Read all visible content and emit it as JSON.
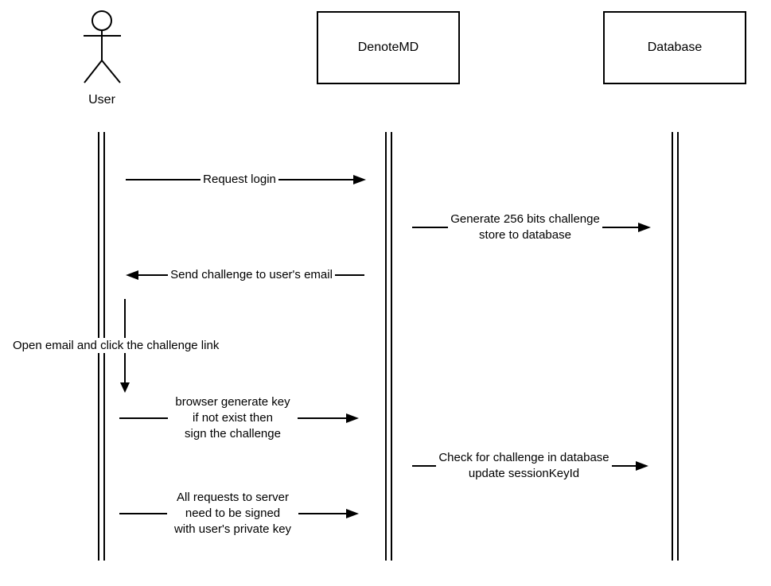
{
  "diagram": {
    "type": "uml-sequence-diagram",
    "background_color": "#ffffff",
    "stroke_color": "#000000"
  },
  "participants": [
    {
      "id": "user",
      "type": "actor",
      "label": "User"
    },
    {
      "id": "denotemd",
      "type": "object",
      "label": "DenoteMD"
    },
    {
      "id": "database",
      "type": "object",
      "label": "Database"
    }
  ],
  "messages": [
    {
      "from": "User",
      "to": "DenoteMD",
      "direction": "right",
      "text": "Request login"
    },
    {
      "from": "DenoteMD",
      "to": "Database",
      "direction": "right",
      "text": "Generate 256 bits challenge\nstore to database"
    },
    {
      "from": "DenoteMD",
      "to": "User",
      "direction": "left",
      "text": "Send challenge to user's email"
    },
    {
      "from": "User",
      "to": "User",
      "direction": "self-down",
      "text": "Open email and click the challenge link"
    },
    {
      "from": "User",
      "to": "DenoteMD",
      "direction": "right",
      "text": "browser generate key\nif not exist then\nsign the challenge"
    },
    {
      "from": "DenoteMD",
      "to": "Database",
      "direction": "right",
      "text": "Check for challenge in database\nupdate sessionKeyId"
    },
    {
      "from": "User",
      "to": "DenoteMD",
      "direction": "right",
      "text": "All requests to server\nneed to be signed\nwith user's private key"
    }
  ]
}
